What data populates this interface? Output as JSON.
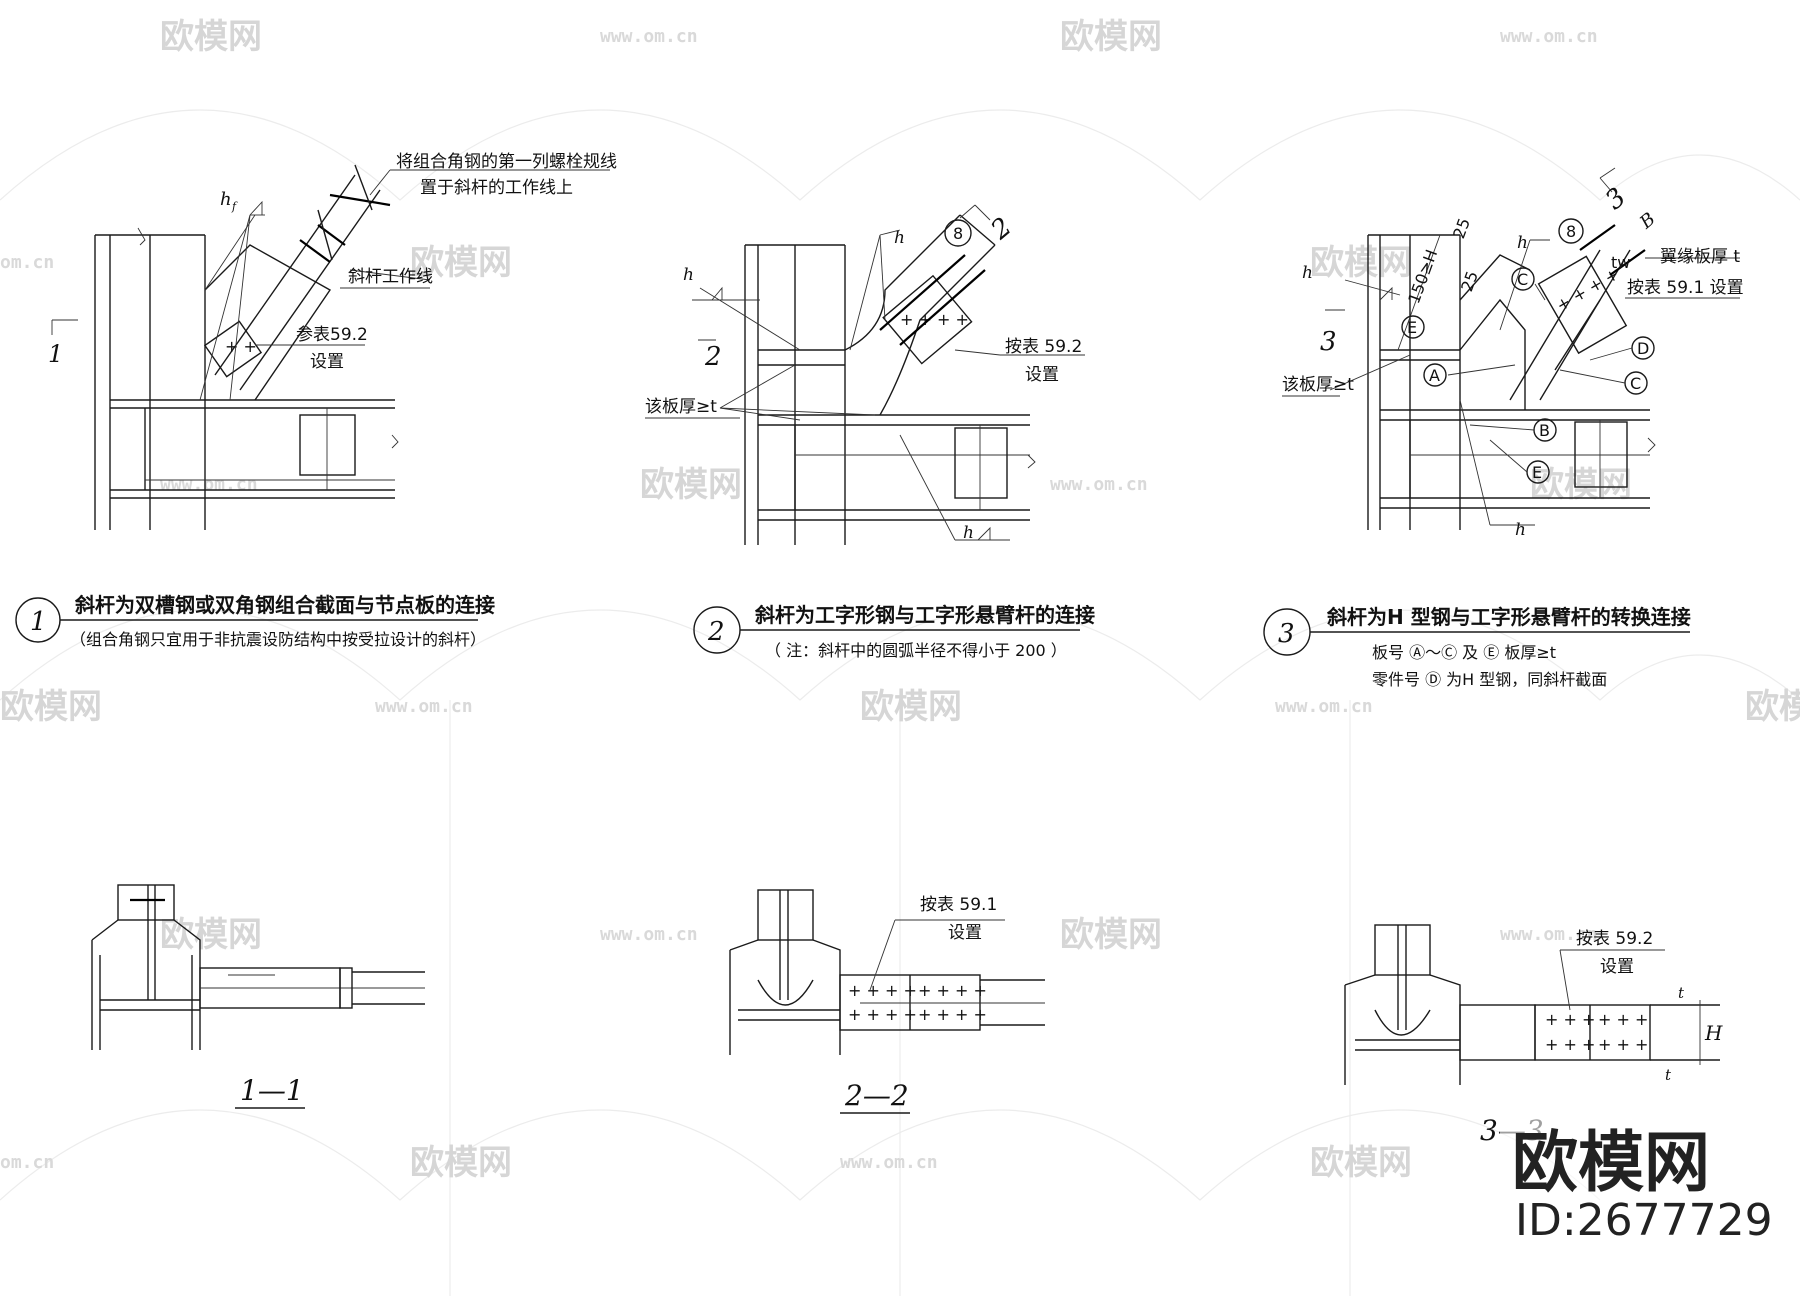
{
  "watermark": {
    "brand": "欧模网",
    "url": "www.om.cn",
    "url_short": "om.cn"
  },
  "logo": {
    "name": "欧模网",
    "id": "ID:2677729"
  },
  "detail1": {
    "number": "1",
    "section_mark": "1",
    "hf": "h",
    "note_top1": "将组合角钢的第一列螺栓规线",
    "note_top2": "置于斜杆的工作线上",
    "note_line": "斜杆工作线",
    "ref1": "参表59.2",
    "ref2": "设置",
    "title": "斜杆为双槽钢或双角钢组合截面与节点板的连接",
    "subtitle": "（组合角钢只宜用于非抗震设防结构中按受拉设计的斜杆）"
  },
  "detail2": {
    "number": "2",
    "section_mark": "2",
    "cut": "2",
    "hf": "h",
    "circle": "8",
    "plate_thk": "该板厚≥t",
    "ref1": "按表 59.2",
    "ref2": "设置",
    "title": "斜杆为工字形钢与工字形悬臂杆的连接",
    "subtitle": "（ 注：斜杆中的圆弧半径不得小于 200 ）"
  },
  "detail3": {
    "number": "3",
    "section_mark": "3",
    "cut": "3",
    "hf": "h",
    "circle8": "8",
    "dim150": "150≥H",
    "dim25a": "25",
    "dim25b": "25",
    "B": "B",
    "tw": "tw",
    "flange": "翼缘板厚 t",
    "ref1": "按表 59.1 设置",
    "plate_thk": "该板厚≥t",
    "A": "A",
    "Bc": "B",
    "C": "C",
    "D": "D",
    "E": "E",
    "title": "斜杆为H 型钢与工字形悬臂杆的转换连接",
    "note1": "板号 Ⓐ～Ⓒ 及 Ⓔ 板厚≥t",
    "note2": "零件号 Ⓓ 为H 型钢，同斜杆截面"
  },
  "section1": {
    "label": "1—1"
  },
  "section2": {
    "label": "2—2",
    "ref1": "按表 59.1",
    "ref2": "设置"
  },
  "section3": {
    "label": "3—3",
    "ref1": "按表 59.2",
    "ref2": "设置",
    "H": "H",
    "tf": "t",
    "tw": "t"
  }
}
